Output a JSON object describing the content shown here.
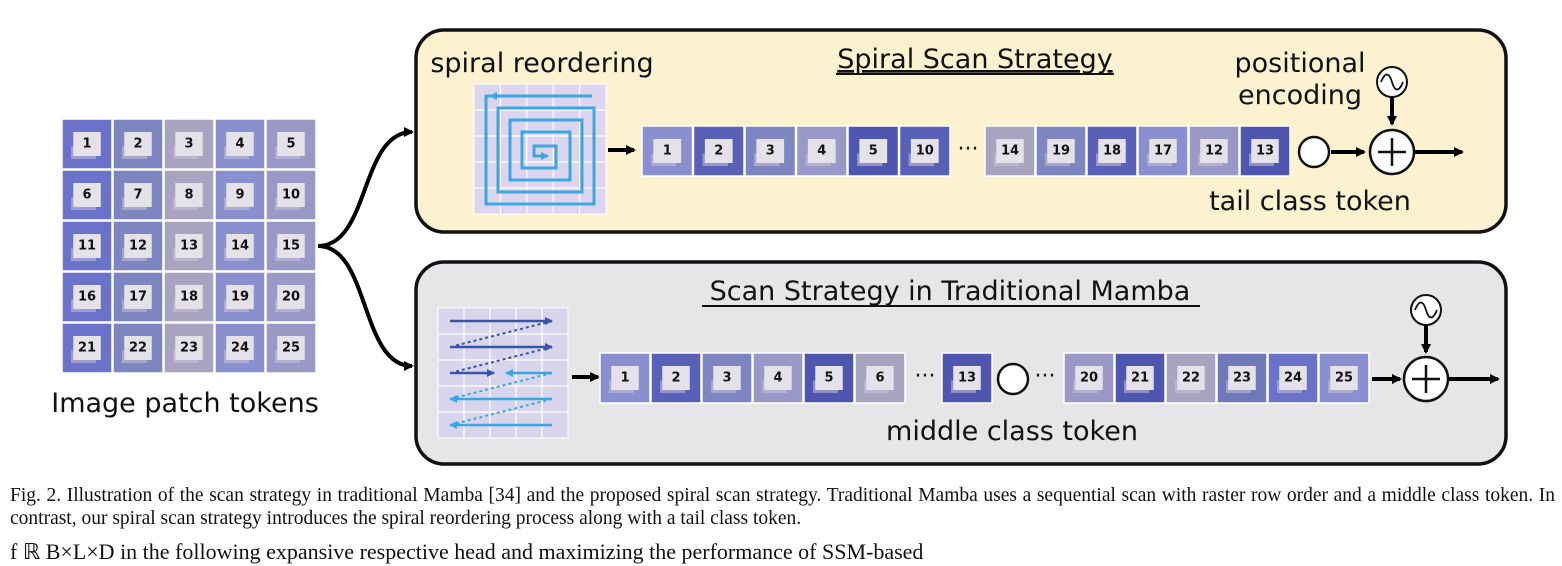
{
  "left": {
    "label": "Image patch tokens",
    "patch_numbers": [
      "1",
      "2",
      "3",
      "4",
      "5",
      "6",
      "7",
      "8",
      "9",
      "10",
      "11",
      "12",
      "13",
      "14",
      "15",
      "16",
      "17",
      "18",
      "19",
      "20",
      "21",
      "22",
      "23",
      "24",
      "25"
    ]
  },
  "spiral_panel": {
    "title": "Spiral Scan Strategy",
    "reorder_label": "spiral reordering",
    "sequence_head": [
      "1",
      "2",
      "3",
      "4",
      "5",
      "10"
    ],
    "ellipsis": "···",
    "sequence_tail": [
      "14",
      "19",
      "18",
      "17",
      "12",
      "13"
    ],
    "positional_encoding_label_1": "positional",
    "positional_encoding_label_2": "encoding",
    "class_token_label": "tail class token"
  },
  "traditional_panel": {
    "title": "Scan Strategy in Traditional Mamba",
    "sequence_head": [
      "1",
      "2",
      "3",
      "4",
      "5",
      "6"
    ],
    "ellipsis": "···",
    "middle_token": "13",
    "sequence_tail": [
      "20",
      "21",
      "22",
      "23",
      "24",
      "25"
    ],
    "class_token_label": "middle class token"
  },
  "caption": "Fig. 2.  Illustration of the scan strategy in traditional Mamba [34] and the proposed spiral scan strategy. Traditional Mamba uses a sequential scan with raster row order and a middle class token. In contrast, our spiral scan strategy introduces the spiral reordering process along with a tail class token.",
  "body_text_fragment": "f                              ℝ B×L×D   in the following expansive respective head and maximizing the performance of SSM-based",
  "colors": {
    "spiral_panel_bg": "#fdf2d0",
    "traditional_panel_bg": "#e6e5e8",
    "arrow_blue": "#3aa7e0",
    "arrow_dark": "#3a55a8",
    "patch_purple": "#5a5fc8"
  }
}
